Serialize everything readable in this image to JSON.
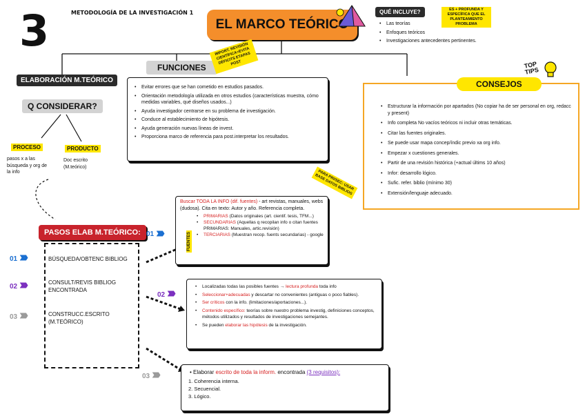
{
  "header": {
    "chapter_number": "3",
    "course": "METODOLOGÍA DE LA INVESTIGACIÓN 1",
    "title": "EL MARCO TEÓRICO"
  },
  "que_incluye": {
    "label": "QUÉ INCLUYE?",
    "items": [
      "Las teorías",
      "Enfoques teóricos",
      "Investigaciones antecedentes pertinentes."
    ],
    "note": "ES + PROFUNDA Y ESPECÍFICA QUE EL PLANTEAMIENTO PROBLEMA"
  },
  "funciones": {
    "label": "FUNCIONES",
    "sticker": "IMPORT. REVISIÓN CIENTÍFICA=EVITA DÉFICITS ETAPAS POST",
    "items": [
      "Evitar errores que se han cometido en estudios pasados.",
      "Orientación metodología utilizada en otros estudios (características muestra, cómo medidas variables, qué diseños usados...)",
      "Ayuda investigador centrarse en su problema de investigación.",
      "Conduce al establecimiento de hipótesis.",
      "Ayuda generación nuevas líneas de invest.",
      "Proporciona marco de referencia para post.interpretar los resultados."
    ]
  },
  "elaboracion": {
    "label": "ELABORACIÓN M.TEÓRICO",
    "question": "Q CONSIDERAR?",
    "proceso_label": "PROCESO",
    "proceso_text": "pasos x a las búsqueda y org de la info",
    "producto_label": "PRODUCTO",
    "producto_text": "Doc escrito (M.teórico)"
  },
  "consejos": {
    "label": "CONSEJOS",
    "badge": "TOP TIPS",
    "items": [
      "Estructurar la información por apartados (No copiar ha de ser personal en org, redacc y present)",
      "Info completa No vacíos teóricos ni incluir otras temáticas.",
      "Citar las fuentes originales.",
      "Se puede usar mapa concep/índic previo xa org info.",
      "Empezar x cuestiones generales.",
      "Partir de una revisión histórica (+actual últims 10 años)",
      "Infor: desarrollo lógico.",
      "Sufic. refer. biblio (mínimo 30)",
      "Extensión/lenguaje adecuado."
    ]
  },
  "pasos": {
    "label": "PASOS ELAB M.TEÓRICO:",
    "steps": [
      {
        "num": "01",
        "text": "BÚSQUEDA/OBTENC BIBLIOG"
      },
      {
        "num": "02",
        "text": "CONSULT/REVIS BIBLIOG ENCONTRADA"
      },
      {
        "num": "03",
        "text": "CONSTRUCC.ESCRITO (M.TEÓRICO)"
      }
    ]
  },
  "detalle1": {
    "num": "01",
    "lead": "Buscar TODA LA INFO (dif. fuentes)",
    "rest": "- art revistas, manuales, webs (dudosa). Cita en texto: Autor y año. Referencia completa.",
    "fuentes_label": "FUENTES",
    "fuentes": [
      {
        "name": "PRIMARIAS",
        "desc": "(Datos originales (art. cientif. tesis, TFM...)"
      },
      {
        "name": "SECUNDARIAS",
        "desc": "(Aquellas q recopilan info o citan fuentes PRIMARIAS: Manuales, artic.revisión)"
      },
      {
        "name": "TERCIARIAS",
        "desc": "(Muestran recop. fuents secundarias) - google"
      }
    ],
    "sticker": "PARA PRI/SEC: USAR BASE DATOS BIBLIOG"
  },
  "detalle2": {
    "num": "02",
    "items": [
      {
        "pre": "Localizadas todas las posibles fuentes →",
        "hl": "lectura profunda",
        "post": "toda info"
      },
      {
        "pre": "",
        "hl": "Seleccionar+adecuadas",
        "post": "y descartar no convenientes (antiguas o poco fiables)."
      },
      {
        "pre": "",
        "hl": "Ser críticos",
        "post": "con la info. (limitaciones/aportaciones...)."
      },
      {
        "pre": "",
        "hl": "Contenido específico:",
        "post": "teorías sobre nuestro problema investig, definiciones conceptos, métodos utilizados y resultados de investigaciones semejantes."
      },
      {
        "pre": "Se pueden",
        "hl": "elaborar las hipótesis",
        "post": "de la investigación."
      }
    ]
  },
  "detalle3": {
    "num": "03",
    "lead": "Elaborar",
    "hl": "escrito de toda la inform.",
    "mid": "encontrada",
    "req": "(3 requisitos):",
    "reqs": [
      "1. Coherencia interna.",
      "2. Secuencial.",
      "3. Lógico."
    ]
  },
  "colors": {
    "orange": "#f5a623",
    "title_orange": "#f48e2b",
    "yellow": "#ffe600",
    "red_box": "#c8232c",
    "blue": "#1a6fd1",
    "purple": "#7b2fbf",
    "gray": "#9a9a9a"
  }
}
